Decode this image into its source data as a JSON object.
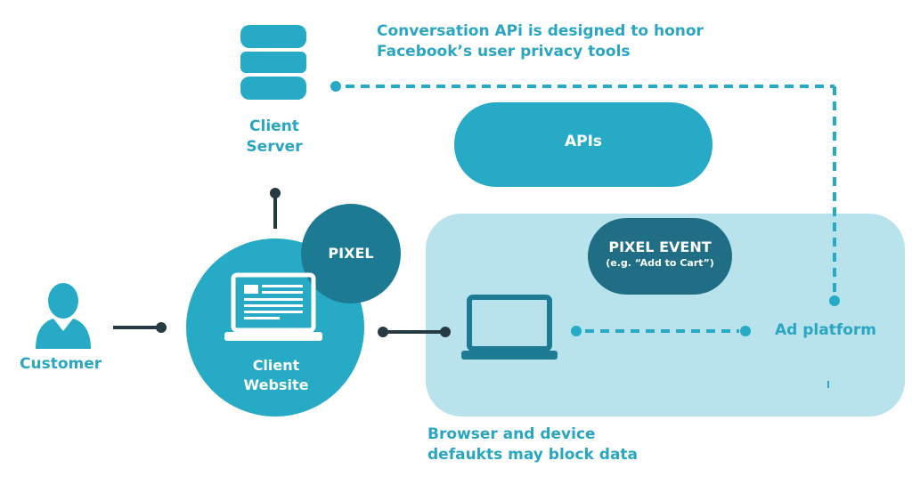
{
  "headline": {
    "line1": "Conversation APi is designed to honor",
    "line2": "Facebook’s user privacy tools"
  },
  "client_server": {
    "line1": "Client",
    "line2": "Server",
    "icon": "database-icon"
  },
  "apis": {
    "label": "APIs"
  },
  "pixel": {
    "label": "PIXEL"
  },
  "pixel_event": {
    "label": "PIXEL EVENT",
    "example": "(e.g. “Add to Cart”)"
  },
  "client_website": {
    "line1": "Client",
    "line2": "Website",
    "icon": "laptop-webpage-icon"
  },
  "customer": {
    "label": "Customer",
    "icon": "user-icon"
  },
  "ad_platform": {
    "label": "Ad platform"
  },
  "browser_note": {
    "line1": "Browser and device",
    "line2": "defaukts may block data"
  },
  "colors": {
    "teal": "#2aa6c2",
    "dark_teal": "#1d7a93",
    "deep_teal": "#1f6e85",
    "light_panel": "#b8e3ec",
    "connector": "#263a44"
  }
}
